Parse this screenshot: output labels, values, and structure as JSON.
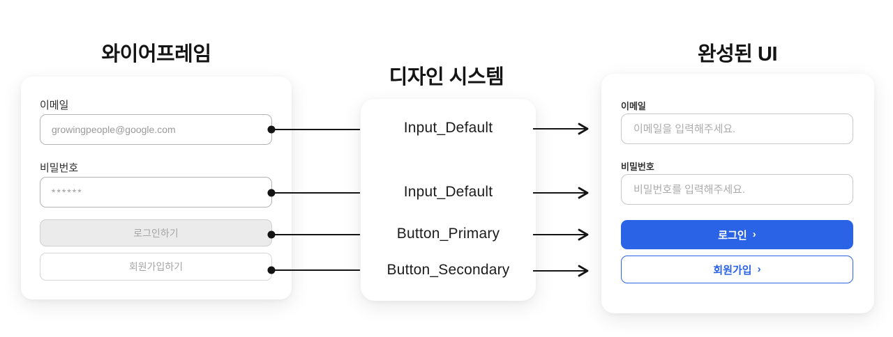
{
  "panels": {
    "wireframe": {
      "title": "와이어프레임",
      "email_label": "이메일",
      "email_placeholder": "growingpeople@google.com",
      "password_label": "비밀번호",
      "password_placeholder": "******",
      "login_button": "로그인하기",
      "signup_button": "회원가입하기"
    },
    "design_system": {
      "title": "디자인 시스템",
      "components": [
        "Input_Default",
        "Input_Default",
        "Button_Primary",
        "Button_Secondary"
      ]
    },
    "final_ui": {
      "title": "완성된 UI",
      "email_label": "이메일",
      "email_placeholder": "이메일을 입력해주세요.",
      "password_label": "비밀번호",
      "password_placeholder": "비밀번호를 입력해주세요.",
      "login_button": "로그인",
      "signup_button": "회원가입"
    }
  },
  "icons": {
    "chevron_right": "›"
  },
  "colors": {
    "primary_blue": "#2b63e6",
    "connector_black": "#141414",
    "wireframe_button_gray": "#ebebeb",
    "card_white": "#ffffff"
  }
}
